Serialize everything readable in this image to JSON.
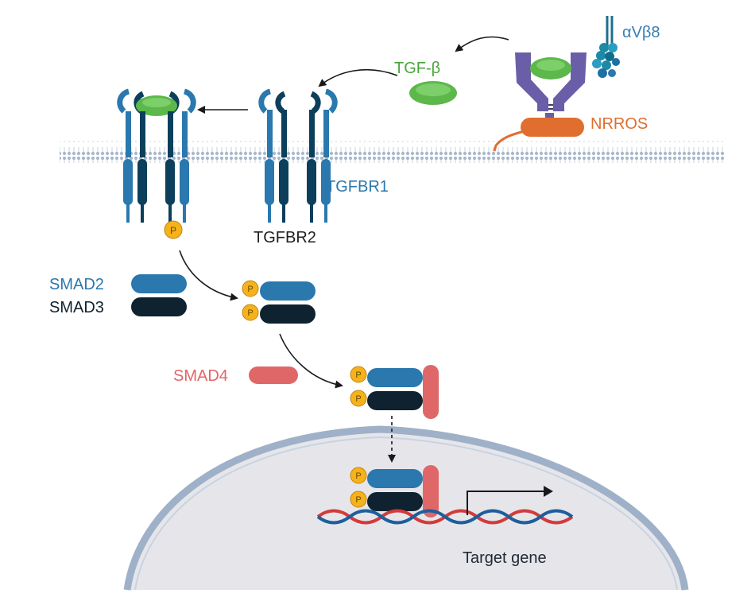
{
  "labels": {
    "avb8": "αVβ8",
    "tgfb": "TGF-β",
    "nrros": "NRROS",
    "tgfbr1": "TGFBR1",
    "tgfbr2": "TGFBR2",
    "smad2": "SMAD2",
    "smad3": "SMAD3",
    "smad4": "SMAD4",
    "target_gene": "Target gene",
    "phospho": "P"
  },
  "colors": {
    "receptor_light": "#2a78ad",
    "receptor_dark": "#0c3f5c",
    "smad2": "#2a78ad",
    "smad3": "#0e2230",
    "smad4": "#e06767",
    "tgfb": "#5cb84a",
    "nrros": "#e06e2f",
    "integrin": "#6b5ea8",
    "phospho": "#f5b21b",
    "avb8_label": "#3a7fb4",
    "tgfb_label": "#4aa63b",
    "nrros_label": "#e06e2f",
    "smad4_label": "#e06767",
    "membrane": "#a9b8cc",
    "nucleus_fill": "#e6e6ea",
    "nucleus_edge": "#9fb1c8",
    "dna_red": "#d23b3b",
    "dna_blue": "#1f5e9c"
  }
}
